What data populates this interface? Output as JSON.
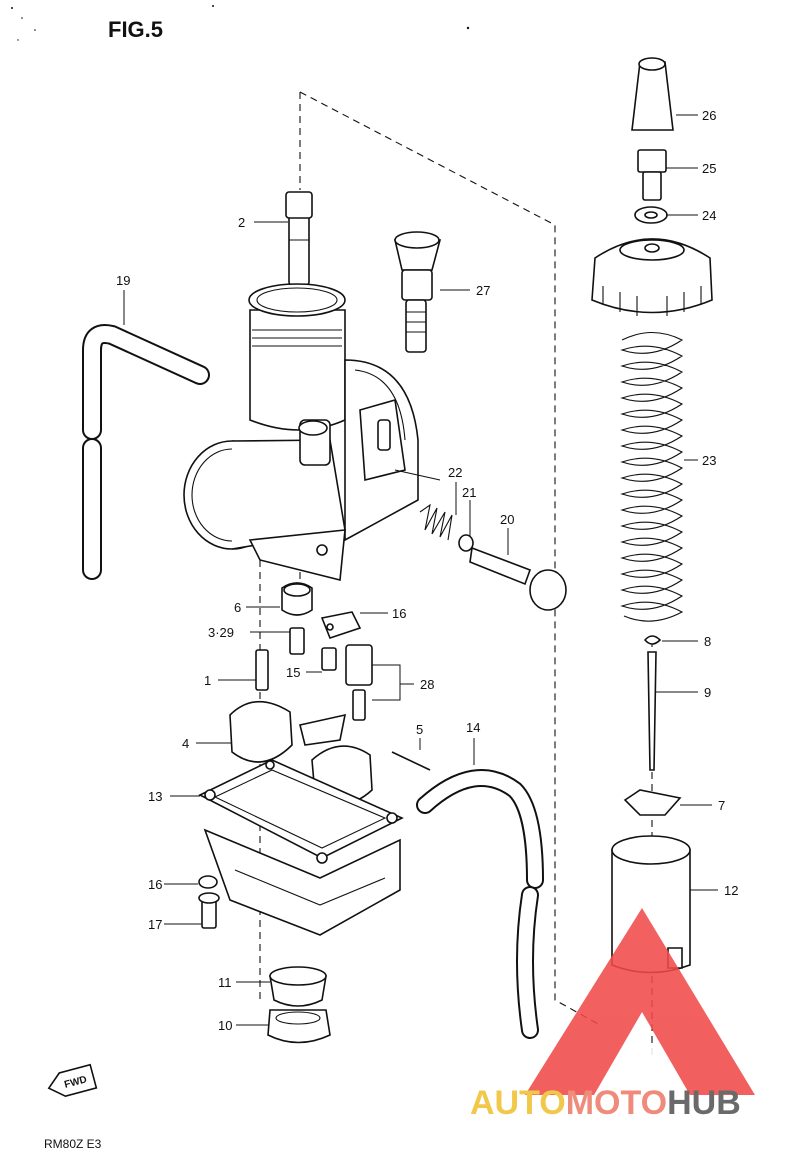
{
  "figure": {
    "title": "FIG.5",
    "model_code": "RM80Z E3",
    "direction_tag": "FWD"
  },
  "watermark": {
    "word_left": "AUTO",
    "word_mid": "MOTO",
    "word_right": "HUB",
    "colors": {
      "left": "#f2c84b",
      "mid": "#f08a7a",
      "right": "#6a6a6a",
      "triangle": "#f04a4a"
    }
  },
  "callouts": [
    {
      "id": "callout-1",
      "label": "1"
    },
    {
      "id": "callout-2",
      "label": "2"
    },
    {
      "id": "callout-3-29",
      "label": "3·29"
    },
    {
      "id": "callout-4",
      "label": "4"
    },
    {
      "id": "callout-5",
      "label": "5"
    },
    {
      "id": "callout-6",
      "label": "6"
    },
    {
      "id": "callout-7",
      "label": "7"
    },
    {
      "id": "callout-8",
      "label": "8"
    },
    {
      "id": "callout-9",
      "label": "9"
    },
    {
      "id": "callout-10",
      "label": "10"
    },
    {
      "id": "callout-11",
      "label": "11"
    },
    {
      "id": "callout-12",
      "label": "12"
    },
    {
      "id": "callout-13",
      "label": "13"
    },
    {
      "id": "callout-14",
      "label": "14"
    },
    {
      "id": "callout-15",
      "label": "15"
    },
    {
      "id": "callout-16a",
      "label": "16"
    },
    {
      "id": "callout-16b",
      "label": "16"
    },
    {
      "id": "callout-17",
      "label": "17"
    },
    {
      "id": "callout-19",
      "label": "19"
    },
    {
      "id": "callout-20",
      "label": "20"
    },
    {
      "id": "callout-21",
      "label": "21"
    },
    {
      "id": "callout-22",
      "label": "22"
    },
    {
      "id": "callout-23",
      "label": "23"
    },
    {
      "id": "callout-24",
      "label": "24"
    },
    {
      "id": "callout-25",
      "label": "25"
    },
    {
      "id": "callout-26",
      "label": "26"
    },
    {
      "id": "callout-27",
      "label": "27"
    },
    {
      "id": "callout-28",
      "label": "28"
    }
  ]
}
